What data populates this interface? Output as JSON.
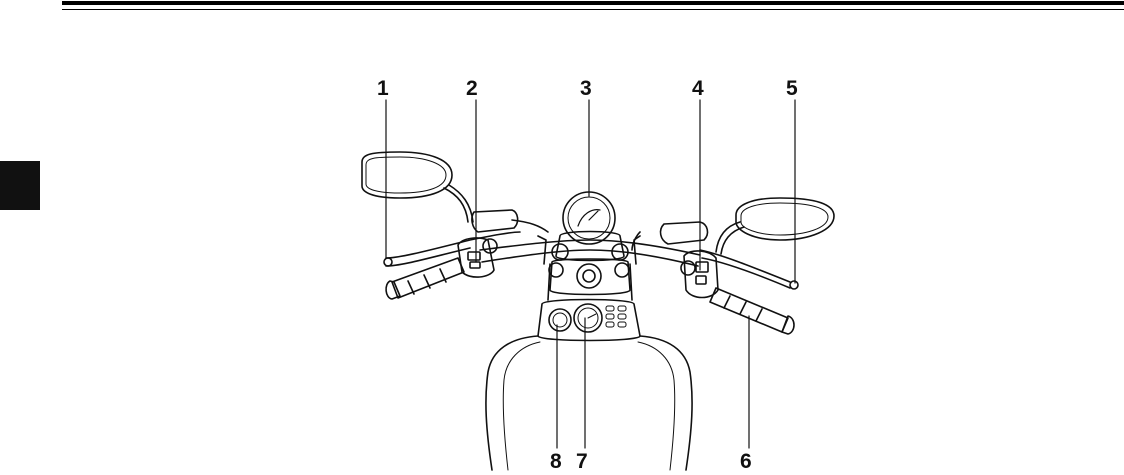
{
  "figure": {
    "callouts": {
      "c1": "1",
      "c2": "2",
      "c3": "3",
      "c4": "4",
      "c5": "5",
      "c6": "6",
      "c7": "7",
      "c8": "8"
    },
    "line_color": "#111111",
    "tab_color": "#111111"
  }
}
